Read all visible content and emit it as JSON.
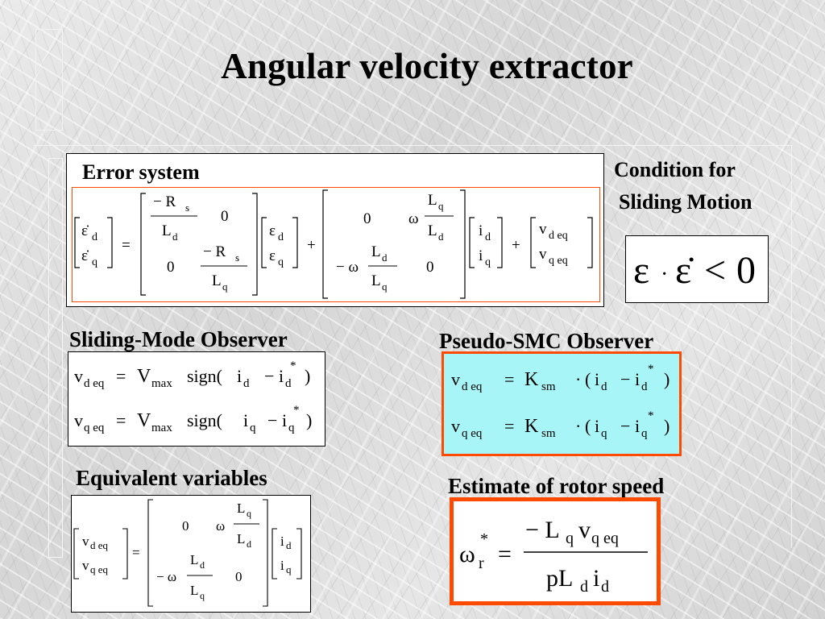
{
  "slide": {
    "title": "Angular velocity extractor",
    "labels": {
      "error_system": "Error system",
      "condition_line1": "Condition for",
      "condition_line2": "Sliding Motion",
      "smo": "Sliding-Mode Observer",
      "pseudo": "Pseudo-SMC Observer",
      "equivalent": "Equivalent variables",
      "estimate": "Estimate of rotor speed"
    },
    "colors": {
      "accent_border": "#ff4a00",
      "highlight_fill": "#a8f5f7",
      "box_fill": "#ffffff"
    }
  },
  "equations": {
    "error_system": {
      "lhs": [
        [
          "ε̇",
          "d"
        ],
        [
          "ε̇",
          "q"
        ]
      ],
      "matrix_a": {
        "r1c1_num": [
          "− R",
          "s"
        ],
        "r1c1_den": [
          "L",
          "d"
        ],
        "r1c2": "0",
        "r2c1": "0",
        "r2c2_num": [
          "− R",
          "s"
        ],
        "r2c2_den": [
          "L",
          "q"
        ]
      },
      "eps_vec": [
        [
          "ε",
          "d"
        ],
        [
          "ε",
          "q"
        ]
      ],
      "matrix_b": {
        "r1c1": "0",
        "r1c2_pre": "ω",
        "r1c2_num": [
          "L",
          "q"
        ],
        "r1c2_den": [
          "L",
          "d"
        ],
        "r2c1_pre": "− ω",
        "r2c1_num": [
          "L",
          "d"
        ],
        "r2c1_den": [
          "L",
          "q"
        ],
        "r2c2": "0"
      },
      "i_vec": [
        [
          "i",
          "d"
        ],
        [
          "i",
          "q"
        ]
      ],
      "v_vec": [
        [
          "v",
          "d eq"
        ],
        [
          "v",
          "q eq"
        ]
      ],
      "eq": "=",
      "plus": "+"
    },
    "condition": {
      "eps": "ε",
      "dot": "·",
      "eps_dot": "ε̇",
      "lt": "<",
      "zero": "0"
    },
    "smo": {
      "row1": {
        "v": "v",
        "v_sub": "d eq",
        "eq": "=",
        "V": "V",
        "V_sub": "max",
        "fn": "sign(",
        "i": "i",
        "i_sub": "d",
        "minus": "−",
        "is": "i",
        "is_sub": "d",
        "star": "*",
        "close": ")"
      },
      "row2": {
        "v": "v",
        "v_sub": "q eq",
        "eq": "=",
        "V": "V",
        "V_sub": "max",
        "fn": "sign(",
        "i": "i",
        "i_sub": "q",
        "minus": "−",
        "is": "i",
        "is_sub": "q",
        "star": "*",
        "close": ")"
      }
    },
    "pseudo": {
      "row1": {
        "v": "v",
        "v_sub": "d eq",
        "eq": "=",
        "K": "K",
        "K_sub": "sm",
        "cdot": "·",
        "open": "(",
        "i": "i",
        "i_sub": "d",
        "minus": "−",
        "is": "i",
        "is_sub": "d",
        "star": "*",
        "close": ")"
      },
      "row2": {
        "v": "v",
        "v_sub": "q eq",
        "eq": "=",
        "K": "K",
        "K_sub": "sm",
        "cdot": "·",
        "open": "(",
        "i": "i",
        "i_sub": "q",
        "minus": "−",
        "is": "i",
        "is_sub": "q",
        "star": "*",
        "close": ")"
      }
    },
    "equivalent": {
      "lhs": [
        [
          "v",
          "d eq"
        ],
        [
          "v",
          "q eq"
        ]
      ],
      "eq": "=",
      "matrix": {
        "r1c1": "0",
        "r1c2_pre": "ω",
        "r1c2_num": [
          "L",
          "q"
        ],
        "r1c2_den": [
          "L",
          "d"
        ],
        "r2c1_pre": "− ω",
        "r2c1_num": [
          "L",
          "d"
        ],
        "r2c1_den": [
          "L",
          "q"
        ],
        "r2c2": "0"
      },
      "i_vec": [
        [
          "i",
          "d"
        ],
        [
          "i",
          "q"
        ]
      ]
    },
    "estimate": {
      "lhs": "ω",
      "lhs_sub": "r",
      "lhs_sup": "*",
      "eq": "=",
      "num": [
        "− L",
        "q",
        "v",
        "q eq"
      ],
      "den": [
        "pL",
        "d",
        "i",
        "d"
      ]
    }
  }
}
